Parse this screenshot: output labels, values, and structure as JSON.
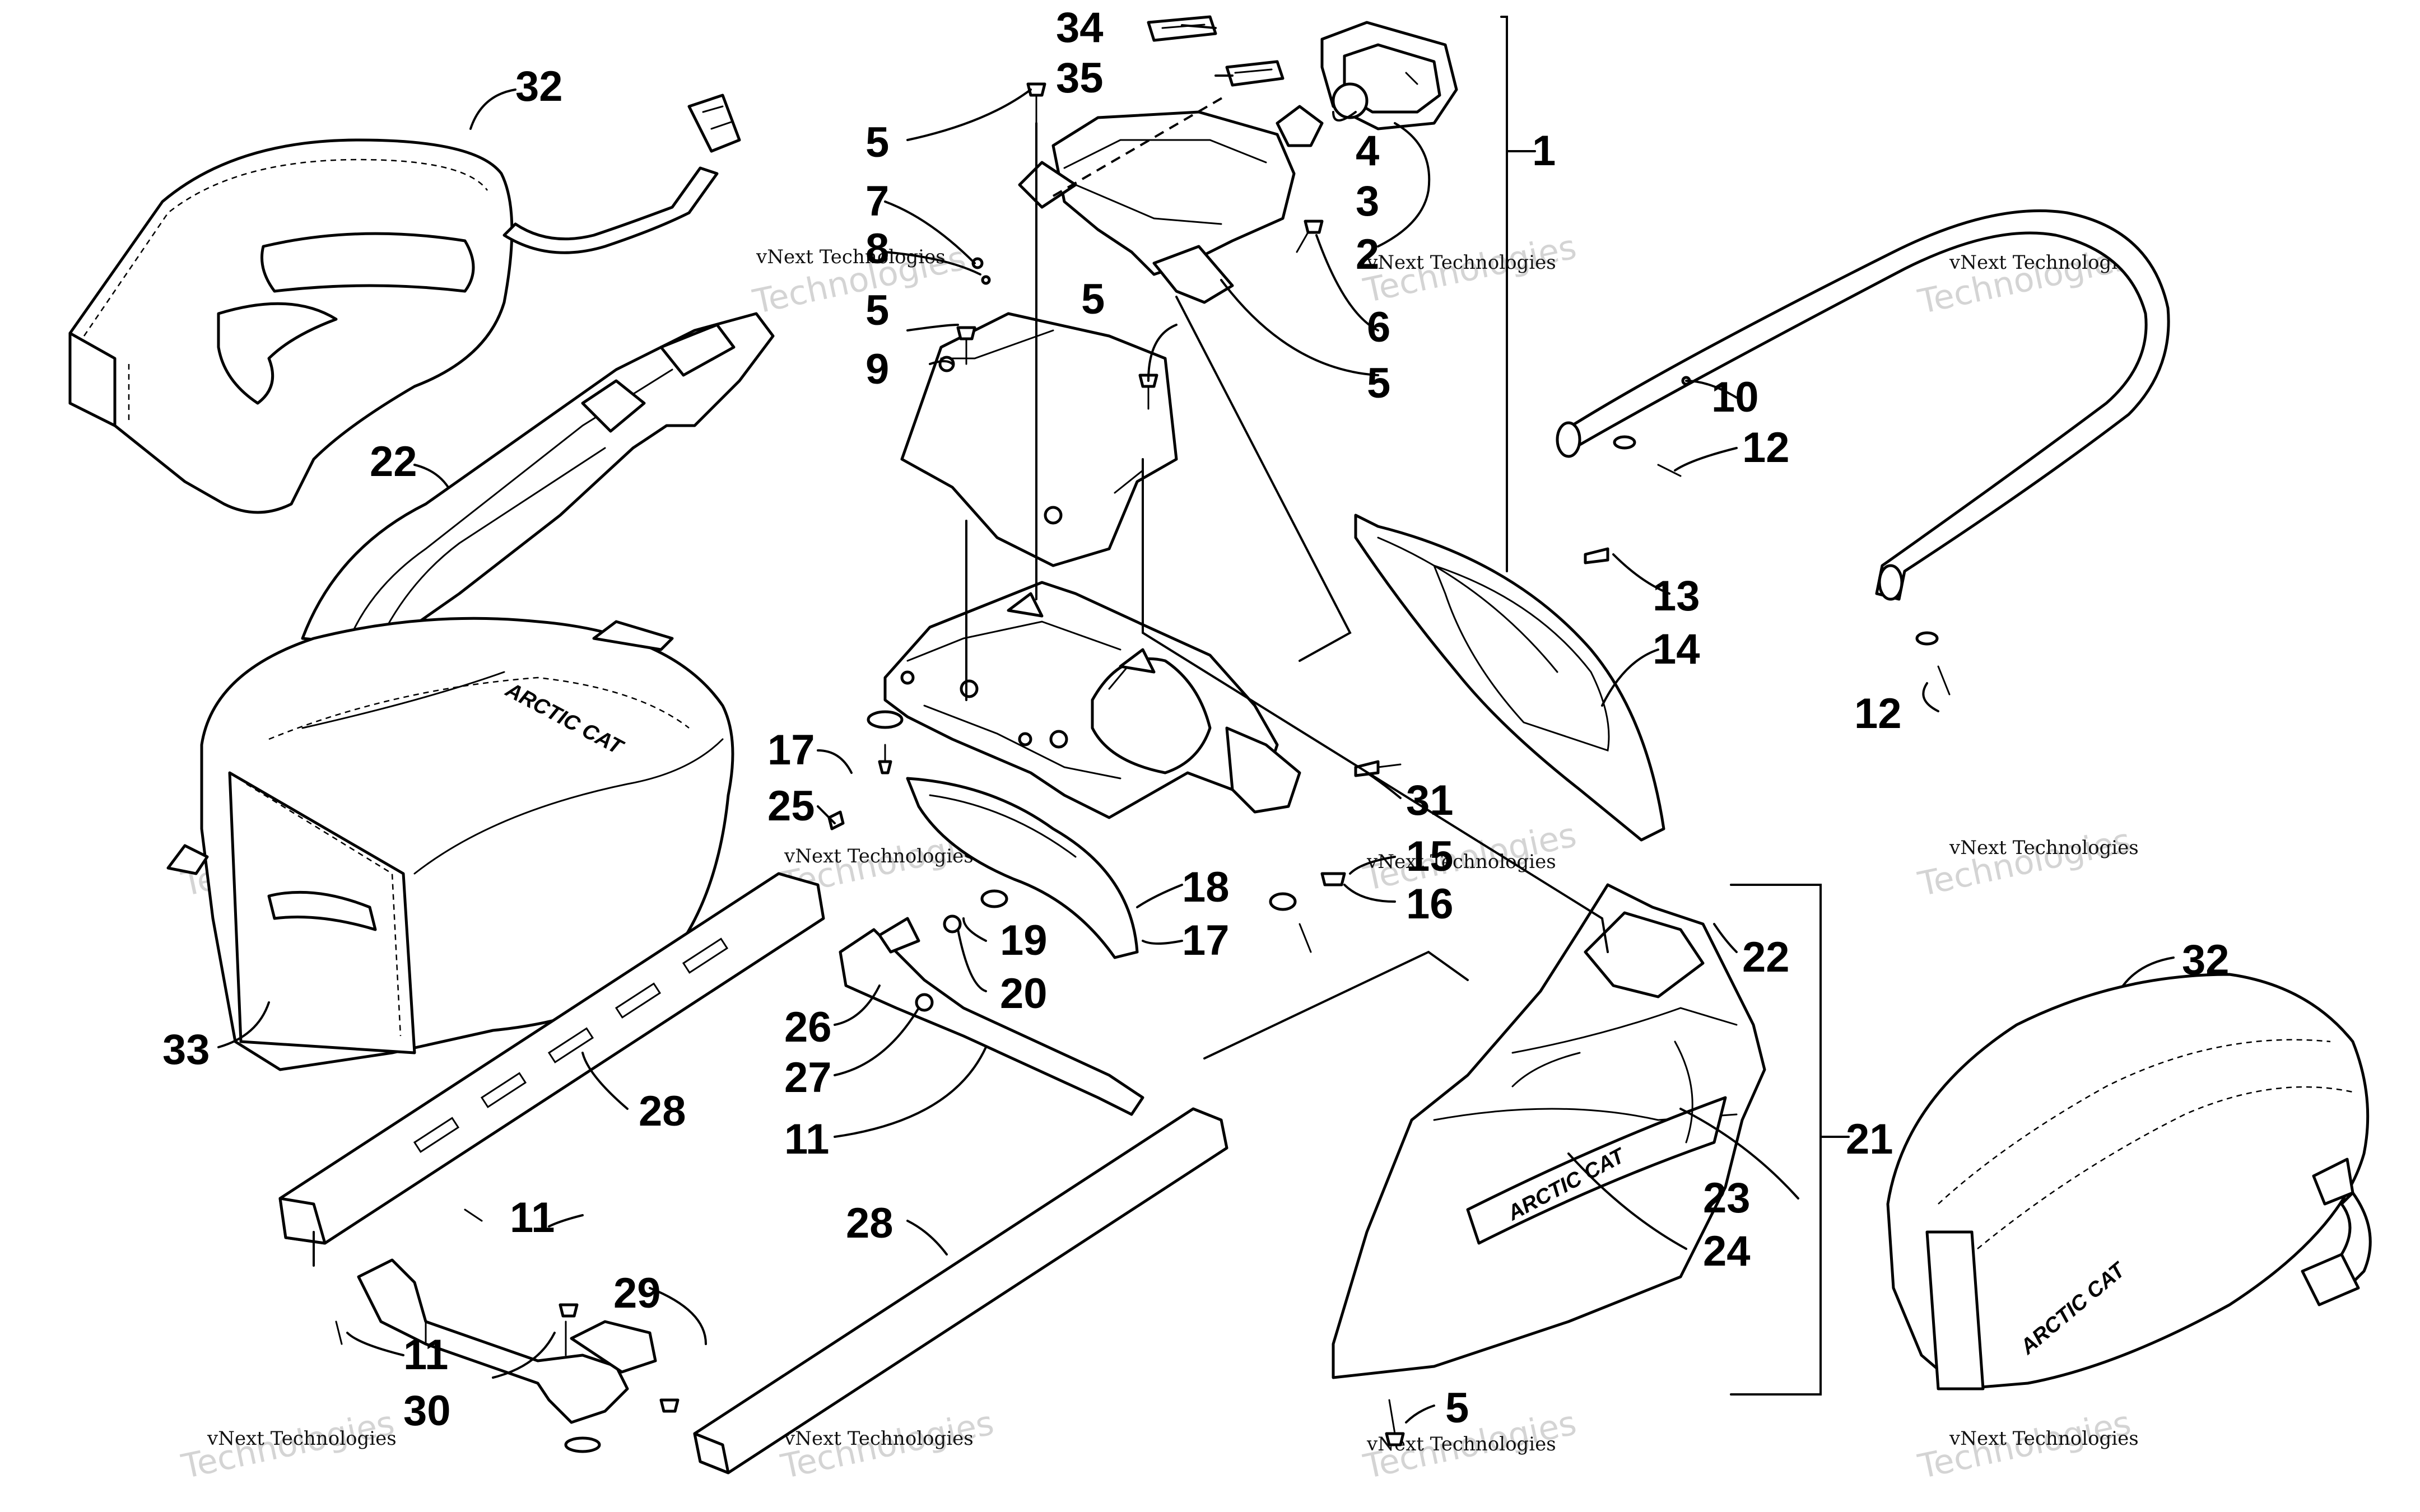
{
  "callouts": [
    "34",
    "35",
    "1",
    "32",
    "5",
    "4",
    "3",
    "7",
    "8",
    "2",
    "5",
    "5",
    "6",
    "9",
    "5",
    "10",
    "22",
    "12",
    "13",
    "14",
    "12",
    "17",
    "31",
    "25",
    "15",
    "18",
    "16",
    "17",
    "19",
    "20",
    "22",
    "32",
    "26",
    "27",
    "33",
    "28",
    "11",
    "21",
    "23",
    "28",
    "11",
    "24",
    "29",
    "11",
    "30",
    "5"
  ],
  "watermark": {
    "line1": "vNext",
    "line2": "Technologies",
    "full": "vNext Technologies"
  },
  "decals": {
    "seat_brand": "ARCTIC CAT",
    "panel_brand": "ARCTIC CAT",
    "bag_brand": "ARCTIC CAT"
  },
  "colors": {
    "ink": "#000000",
    "watermark_grey": "#d4d4d4"
  }
}
